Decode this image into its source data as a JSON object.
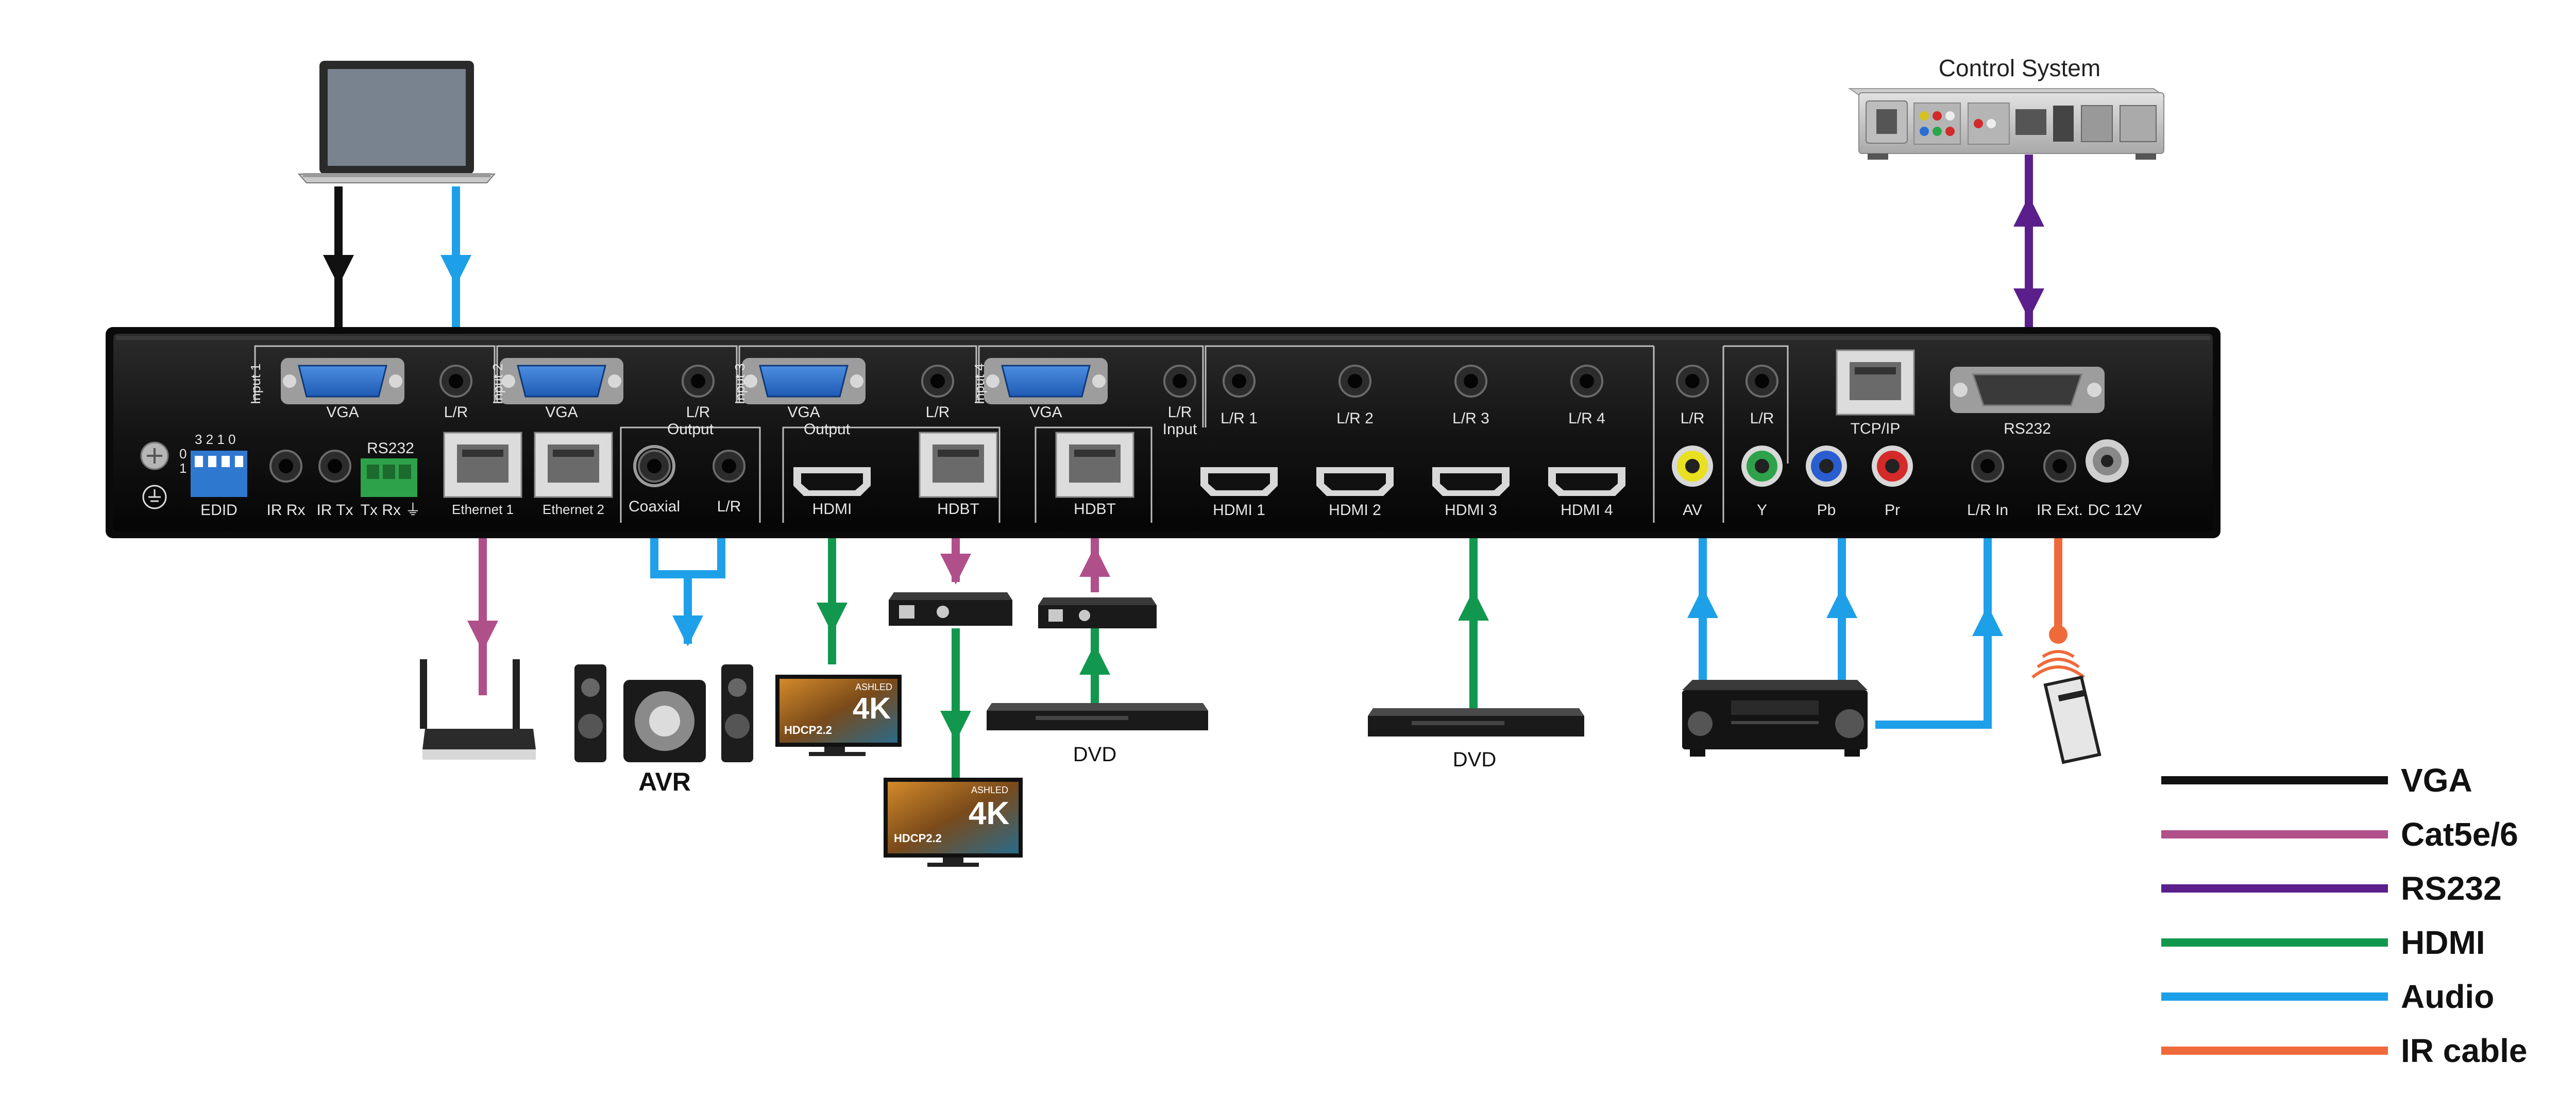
{
  "diagram": {
    "control_system_label": "Control System",
    "panel_ports": {
      "input1": "Input 1",
      "input2": "Input 2",
      "input3": "Input 3",
      "input4": "Input 4",
      "vga1": "VGA",
      "vga2": "VGA",
      "vga3": "VGA",
      "vga4": "VGA",
      "lr1": "L/R",
      "lr2": "L/R",
      "lr3": "L/R",
      "lr4": "L/R",
      "input_word": "Input",
      "output_audio_title": "Output",
      "output_video_title": "Output",
      "edid": "EDID",
      "dip_numbers": "3 2 1 0",
      "dip_zero": "0",
      "dip_one": "1",
      "ir_rx": "IR Rx",
      "ir_tx": "IR Tx",
      "rs232_small": "RS232",
      "tx_rx": "Tx Rx ⏚",
      "ethernet1": "Ethernet 1",
      "ethernet2": "Ethernet 2",
      "coaxial": "Coaxial",
      "out_lr": "L/R",
      "hdmi_out": "HDMI",
      "hdbt_out": "HDBT",
      "hdbt_in": "HDBT",
      "lr_1": "L/R 1",
      "lr_2": "L/R 2",
      "lr_3": "L/R 3",
      "lr_4": "L/R 4",
      "hdmi_1": "HDMI 1",
      "hdmi_2": "HDMI 2",
      "hdmi_3": "HDMI 3",
      "hdmi_4": "HDMI 4",
      "av_lr": "L/R",
      "av": "AV",
      "comp_lr": "L/R",
      "y": "Y",
      "pb": "Pb",
      "pr": "Pr",
      "tcpip": "TCP/IP",
      "rs232": "RS232",
      "lr_in": "L/R In",
      "ir_ext": "IR Ext.",
      "dc12v": "DC 12V"
    },
    "devices": {
      "avr_label": "AVR",
      "dvd_label_left": "DVD",
      "dvd_label_right": "DVD",
      "tv_brand": "ASHLED",
      "tv_res": "4K",
      "tv_hdcp": "HDCP2.2",
      "tv2_brand": "ASHLED",
      "tv2_res": "4K",
      "tv2_hdcp": "HDCP2.2"
    },
    "legend": [
      {
        "label": "VGA",
        "color": "#111111"
      },
      {
        "label": "Cat5e/6",
        "color": "#b0508a"
      },
      {
        "label": "RS232",
        "color": "#5a1f8a"
      },
      {
        "label": "HDMI",
        "color": "#12984e"
      },
      {
        "label": " Audio",
        "color": "#1ea0e8"
      },
      {
        "label": "IR cable",
        "color": "#ef6a3a"
      }
    ]
  }
}
